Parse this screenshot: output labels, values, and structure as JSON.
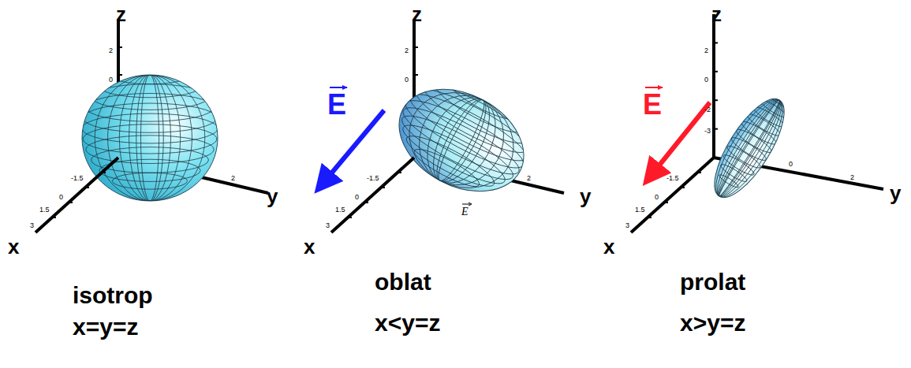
{
  "diagram": {
    "labels": [
      "z",
      "2",
      "0",
      "-1.5",
      "0",
      "1.5",
      "3",
      "2",
      "y",
      "x",
      "z",
      "2",
      "0",
      "E",
      "-1.5",
      "0",
      "1.5",
      "3",
      "2",
      "y",
      "E",
      "x",
      "z",
      "2",
      "0",
      "-2",
      "-3",
      "E",
      "-1.5",
      "0",
      "1.5",
      "3",
      "0",
      "2",
      "y",
      "x",
      "isotrop",
      "x=y=z",
      "oblat",
      "x<y=z",
      "prolat",
      "x>y=z"
    ]
  }
}
